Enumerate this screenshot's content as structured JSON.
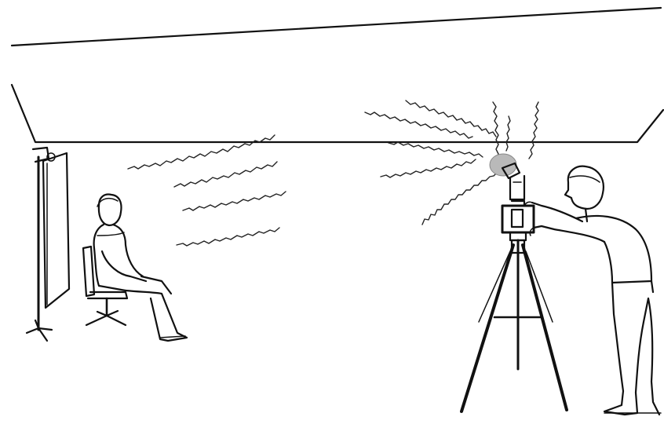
{
  "scene": {
    "colors": {
      "ink": "#111111",
      "background": "#ffffff",
      "flash_glow": "#b9b9b9"
    },
    "icons": [
      "ceiling",
      "backdrop-stand",
      "seated-person",
      "chair",
      "tripod",
      "camera",
      "flash-unit",
      "photographer",
      "bounce-light-waves"
    ]
  }
}
